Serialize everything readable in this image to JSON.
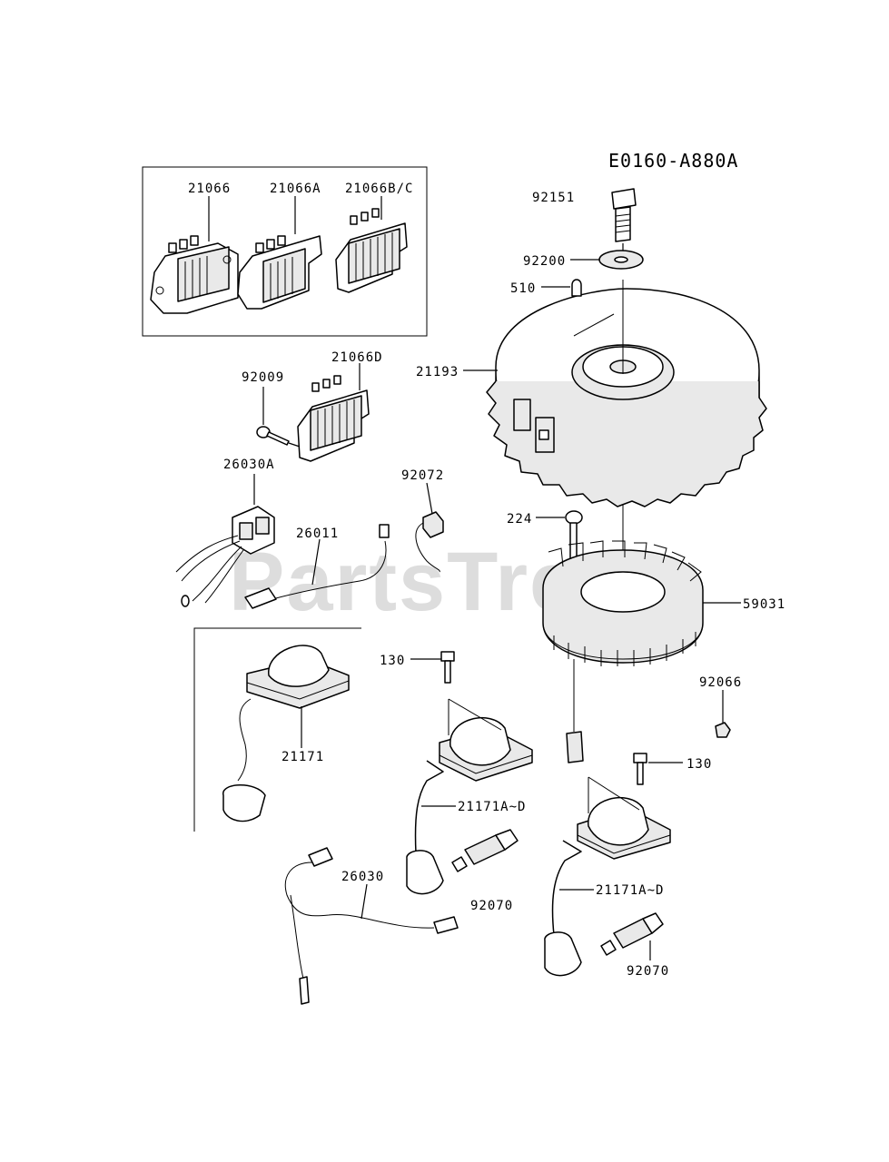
{
  "diagram_code": "E0160-A880A",
  "watermark": "PartsTre",
  "callouts": {
    "p21066": "21066",
    "p21066A": "21066A",
    "p21066BC": "21066B/C",
    "p21066D": "21066D",
    "p92009": "92009",
    "p26030A": "26030A",
    "p26011": "26011",
    "p92072": "92072",
    "p92151": "92151",
    "p92200": "92200",
    "p510": "510",
    "p21193": "21193",
    "p224": "224",
    "p59031": "59031",
    "p92066": "92066",
    "p130a": "130",
    "p130b": "130",
    "p21171": "21171",
    "p21171AD_a": "21171A~D",
    "p21171AD_b": "21171A~D",
    "p26030": "26030",
    "p92070a": "92070",
    "p92070b": "92070"
  }
}
